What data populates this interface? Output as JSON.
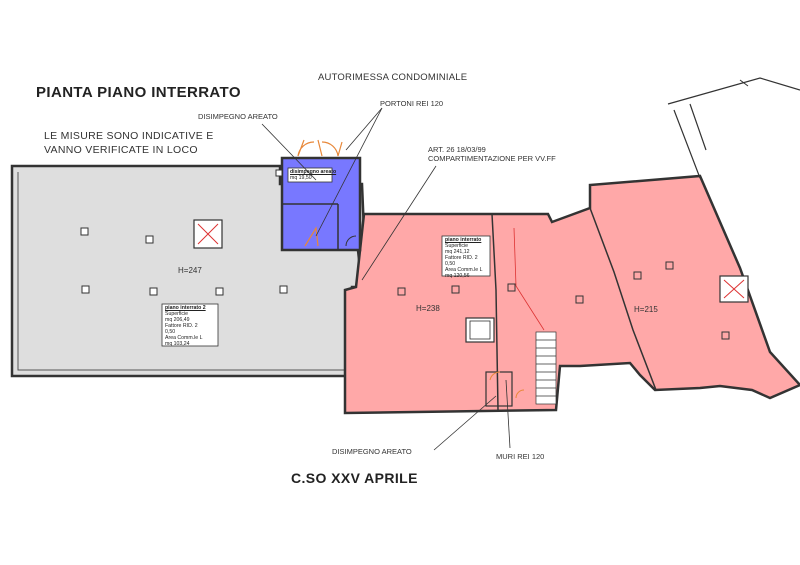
{
  "title": "PIANTA PIANO INTERRATO",
  "notes": [
    "LE MISURE SONO INDICATIVE E",
    "VANNO VERIFICATE IN LOCO"
  ],
  "labels": {
    "autorimessa": "AUTORIMESSA CONDOMINIALE",
    "disimpegno_top": "DISIMPEGNO AREATO",
    "portoni": "PORTONI REI 120",
    "art_line1": "ART. 26  18/03/99",
    "art_line2": "COMPARTIMENTAZIONE PER VV.FF",
    "disimpegno_bottom": "DISIMPEGNO AREATO",
    "muri": "MURI REI 120",
    "street": "C.SO XXV APRILE"
  },
  "rooms": {
    "grey_height": "H=247",
    "red_height": "H=238",
    "right_height": "H=215"
  },
  "info_boxes": {
    "grey": [
      "piano interrato 2",
      "Superficie",
      "mq 206,49",
      "Fattore RID. 2",
      "0,50",
      "Area Comm.le L",
      "mq 103,24"
    ],
    "red": [
      "piano interrato",
      "Superficie",
      "mq 241,12",
      "Fattore RID. 2",
      "0,50",
      "Area Comm.le L",
      "mq 120,56"
    ],
    "blue": [
      "disimpegno areato",
      "mq 19,50"
    ]
  },
  "colors": {
    "grey_fill": "#dedede",
    "red_fill": "#ffa8a8",
    "blue_fill": "#7878ff",
    "wall": "#333333",
    "accent_orange": "#e8883a"
  }
}
